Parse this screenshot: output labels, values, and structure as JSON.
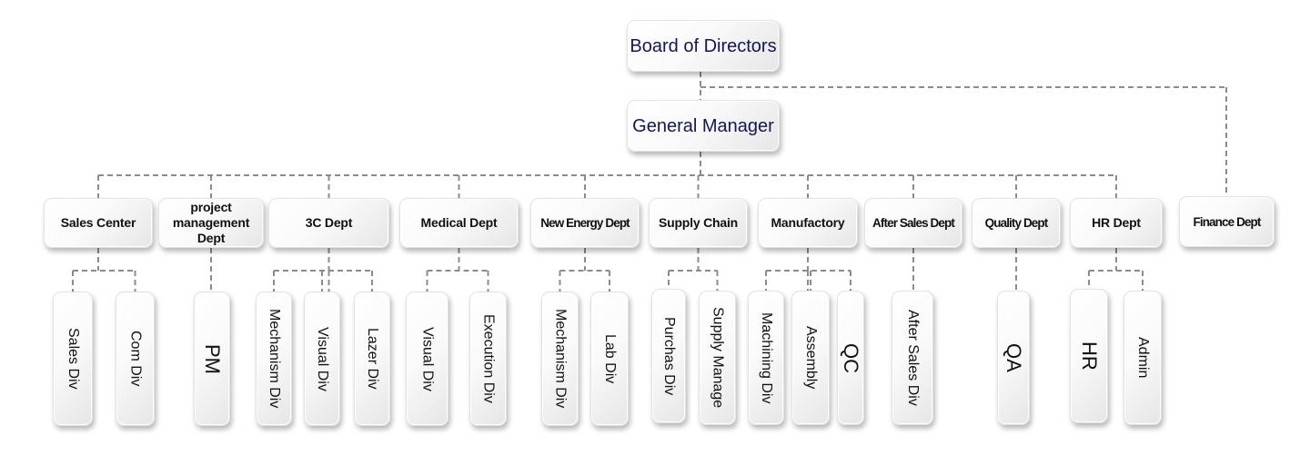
{
  "title": "Organization Chart",
  "colors": {
    "top_text": "#14174f",
    "dept_text": "#111111",
    "connector": "#8c8c8c",
    "node_bg_light": "#ffffff",
    "node_bg_dark": "#e6e6e6"
  },
  "board": {
    "label": "Board of Directors",
    "lines": [
      "Board of",
      "Directors"
    ]
  },
  "general_manager": {
    "label": "General Manager",
    "lines": [
      "General",
      "Manager"
    ]
  },
  "finance": {
    "label": "Finance Dept",
    "reports_to": "Board of Directors"
  },
  "departments": [
    {
      "label": "Sales Center",
      "divisions": [
        "Sales Div",
        "Com Div"
      ]
    },
    {
      "label": "project management Dept",
      "divisions": [
        "PM"
      ]
    },
    {
      "label": "3C Dept",
      "divisions": [
        "Mechanism Div",
        "Visual Div",
        "Lazer Div"
      ]
    },
    {
      "label": "Medical Dept",
      "divisions": [
        "Visual Div",
        "Execution Div"
      ]
    },
    {
      "label": "New Energy Dept",
      "divisions": [
        "Mechanism Div",
        "Lab Div"
      ]
    },
    {
      "label": "Supply Chain",
      "divisions": [
        "Purchas Div",
        "Supply Manage"
      ]
    },
    {
      "label": "Manufactory",
      "divisions": [
        "Machining Div",
        "Assembly",
        "QC"
      ]
    },
    {
      "label": "After Sales Dept",
      "divisions": [
        "After Sales Div"
      ]
    },
    {
      "label": "Quality Dept",
      "divisions": [
        "QA"
      ]
    },
    {
      "label": "HR Dept",
      "divisions": [
        "HR",
        "Admin"
      ]
    }
  ]
}
